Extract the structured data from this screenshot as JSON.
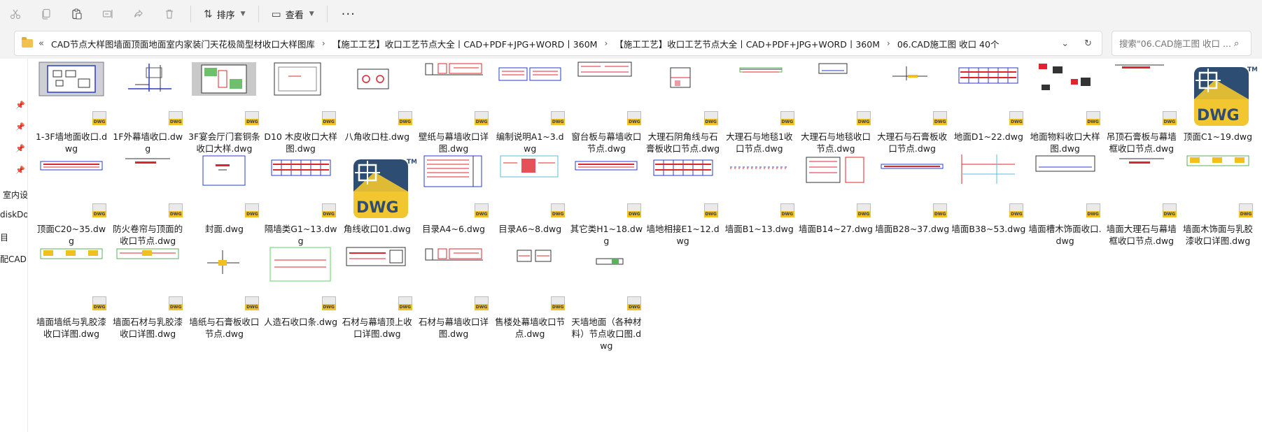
{
  "toolbar": {
    "icons": [
      "cut-icon",
      "copy-icon",
      "paste-icon",
      "rename-icon",
      "share-icon",
      "delete-icon"
    ],
    "sort_label": "排序",
    "view_label": "查看",
    "more_label": "···"
  },
  "address": {
    "back_chevron": "«",
    "crumbs": [
      "CAD节点大样图墙面顶面地面室内家装门天花极简型材收口大样图库",
      "【施工工艺】收口工艺节点大全丨CAD+PDF+JPG+WORD丨360M",
      "【施工工艺】收口工艺节点大全丨CAD+PDF+JPG+WORD丨360M",
      "06.CAD施工图 收口 40个"
    ],
    "separator": "›"
  },
  "search": {
    "placeholder": "搜索\"06.CAD施工图 收口 ..."
  },
  "navpane": {
    "items": [
      "室内设",
      "diskDov",
      "目",
      "配CAD"
    ]
  },
  "dwg_logo_text": "DWG",
  "dwg_logo_tm": "TM",
  "badge_text": "DWG",
  "files": [
    {
      "name": "1-3F墙地面收口.dwg",
      "thumb": "blueprint"
    },
    {
      "name": "1F外幕墙收口.dwg",
      "thumb": "lines-blue"
    },
    {
      "name": "3F宴会厅门套铜条收口大样.dwg",
      "thumb": "plan-green"
    },
    {
      "name": "D10  木皮收口大样图.dwg",
      "thumb": "frame"
    },
    {
      "name": "八角收口柱.dwg",
      "thumb": "octagon"
    },
    {
      "name": "壁纸与幕墙收口详图.dwg",
      "thumb": "red-detail"
    },
    {
      "name": "编制说明A1~3.dwg",
      "thumb": "red-blue-table"
    },
    {
      "name": "窗台板与幕墙收口节点.dwg",
      "thumb": "red-detail-2"
    },
    {
      "name": "大理石阴角线与石膏板收口节点.dwg",
      "thumb": "corner"
    },
    {
      "name": "大理石与地毯1收口节点.dwg",
      "thumb": "strip-green"
    },
    {
      "name": "大理石与地毯收口节点.dwg",
      "thumb": "small-box"
    },
    {
      "name": "大理石与石膏板收口节点.dwg",
      "thumb": "yellow-lines"
    },
    {
      "name": "地面D1~22.dwg",
      "thumb": "red-grid"
    },
    {
      "name": "地面物料收口大样图.dwg",
      "thumb": "scatter"
    },
    {
      "name": "吊顶石膏板与幕墙框收口节点.dwg",
      "thumb": "red-strip"
    },
    {
      "name": "顶面C1~19.dwg",
      "thumb": "dwg-logo"
    },
    {
      "name": "顶面C20~35.dwg",
      "thumb": "red-blue-strip"
    },
    {
      "name": "防火卷帘与顶面的收口节点.dwg",
      "thumb": "red-line-small"
    },
    {
      "name": "封面.dwg",
      "thumb": "cover"
    },
    {
      "name": "隔墙类G1~13.dwg",
      "thumb": "red-grid"
    },
    {
      "name": "角线收口01.dwg",
      "thumb": "dwg-logo"
    },
    {
      "name": "目录A4~6.dwg",
      "thumb": "catalog"
    },
    {
      "name": "目录A6~8.dwg",
      "thumb": "catalog-2"
    },
    {
      "name": "其它类H1~18.dwg",
      "thumb": "red-blue-strip"
    },
    {
      "name": "墙地相接E1~12.dwg",
      "thumb": "red-grid"
    },
    {
      "name": "墙面B1~13.dwg",
      "thumb": "dots-strip"
    },
    {
      "name": "墙面B14~27.dwg",
      "thumb": "wall-sheet"
    },
    {
      "name": "墙面B28~37.dwg",
      "thumb": "red-strip-2"
    },
    {
      "name": "墙面B38~53.dwg",
      "thumb": "tall-lines"
    },
    {
      "name": "墙面槽木饰面收口.dwg",
      "thumb": "blue-frame"
    },
    {
      "name": "墙面大理石与幕墙框收口节点.dwg",
      "thumb": "red-line-small"
    },
    {
      "name": "墙面木饰面与乳胶漆收口详图.dwg",
      "thumb": "yellow-green"
    },
    {
      "name": "墙面墙纸与乳胶漆收口详图.dwg",
      "thumb": "yellow-green"
    },
    {
      "name": "墙面石材与乳胶漆收口详图.dwg",
      "thumb": "yellow-green-2"
    },
    {
      "name": "墙纸与石膏板收口节点.dwg",
      "thumb": "yellow-detail"
    },
    {
      "name": "人造石收口条.dwg",
      "thumb": "green-frame"
    },
    {
      "name": "石材与幕墙顶上收口详图.dwg",
      "thumb": "red-detail-3"
    },
    {
      "name": "石材与幕墙收口详图.dwg",
      "thumb": "red-detail"
    },
    {
      "name": "售楼处幕墙收口节点.dwg",
      "thumb": "small-panels"
    },
    {
      "name": "天墙地面（各种材料）节点收口图.dwg",
      "thumb": "tiny-green"
    }
  ],
  "colors": {
    "toolbar_bg": "#f3f3f3",
    "folder": "#f2c14e",
    "dwg_yellow": "#f2c62f",
    "dwg_navy": "#2d4d72",
    "cad_red": "#e0242e",
    "cad_blue": "#2a3ccc"
  }
}
